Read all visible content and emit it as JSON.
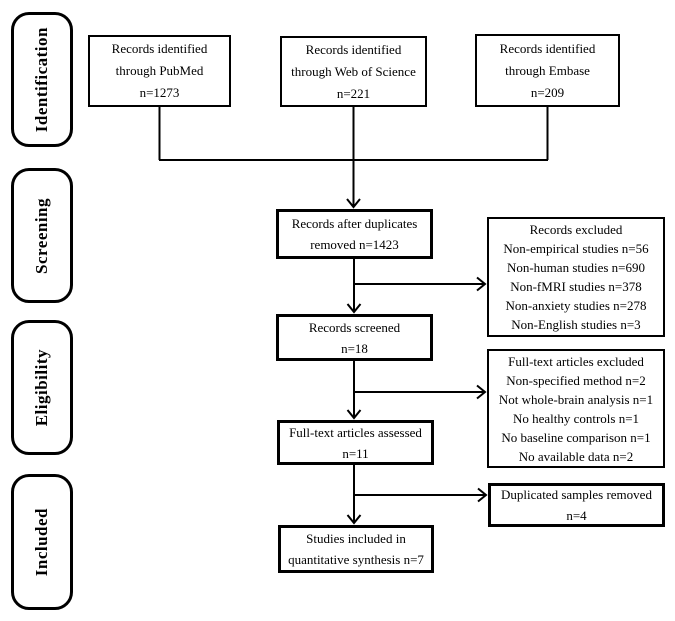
{
  "diagram": {
    "kind": "prisma-flow-diagram",
    "colors": {
      "line": "#000000",
      "background": "#ffffff",
      "text": "#000000"
    }
  },
  "stages": [
    {
      "label": "Identification"
    },
    {
      "label": "Screening"
    },
    {
      "label": "Eligibility"
    },
    {
      "label": "Included"
    }
  ],
  "boxes": {
    "pubmed": {
      "lines": [
        "Records identified",
        "through PubMed",
        "n=1273"
      ]
    },
    "web_of_science": {
      "lines": [
        "Records identified",
        "through Web of Science",
        "n=221"
      ]
    },
    "embase": {
      "lines": [
        "Records identified",
        "through Embase",
        "n=209"
      ]
    },
    "duplicates_removed": {
      "lines": [
        "Records after duplicates",
        "removed n=1423"
      ]
    },
    "records_excluded": {
      "lines": [
        "Records excluded",
        "Non-empirical studies n=56",
        "Non-human studies n=690",
        "Non-fMRI studies n=378",
        "Non-anxiety studies n=278",
        "Non-English studies n=3"
      ]
    },
    "records_screened": {
      "lines": [
        "Records screened",
        "n=18"
      ]
    },
    "fulltext_excluded": {
      "lines": [
        "Full-text articles excluded",
        "Non-specified method n=2",
        "Not whole-brain analysis n=1",
        "No healthy controls n=1",
        "No baseline comparison n=1",
        "No available data n=2"
      ]
    },
    "fulltext_assessed": {
      "lines": [
        "Full-text articles assessed",
        "n=11"
      ]
    },
    "duplicated_samples_removed": {
      "lines": [
        "Duplicated samples removed",
        "n=4"
      ]
    },
    "studies_included": {
      "lines": [
        "Studies included in",
        "quantitative synthesis n=7"
      ]
    }
  }
}
